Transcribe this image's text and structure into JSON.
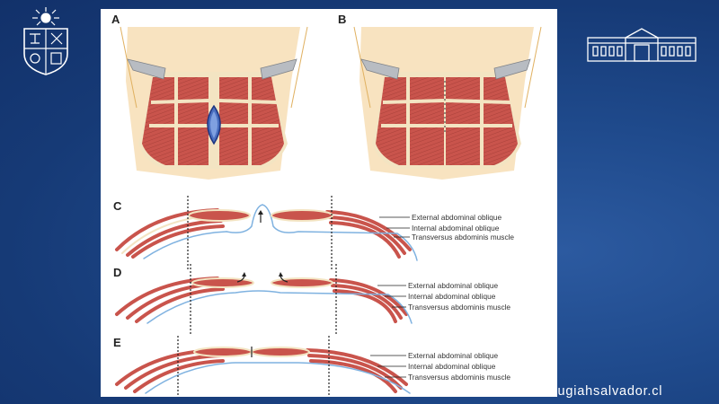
{
  "figure": {
    "panel_labels": {
      "a": "A",
      "b": "B",
      "c": "C",
      "d": "D",
      "e": "E"
    },
    "layer_labels": [
      "External abdominal oblique",
      "Internal abdominal oblique",
      "Transversus abdominis muscle"
    ]
  },
  "footer": {
    "url": "www.cirugiahsalvador.cl"
  },
  "colors": {
    "background": "#1f4a8c",
    "muscle": "#c9544c",
    "muscle_dark": "#9e3b35",
    "fascia": "#f3e4c2",
    "skin": "#f6dcb0",
    "fascia_line": "#7fb2e0",
    "clamp": "#b8bcc2"
  },
  "icons": {
    "left_logo": "university-crest-icon",
    "right_logo": "hospital-building-icon"
  }
}
